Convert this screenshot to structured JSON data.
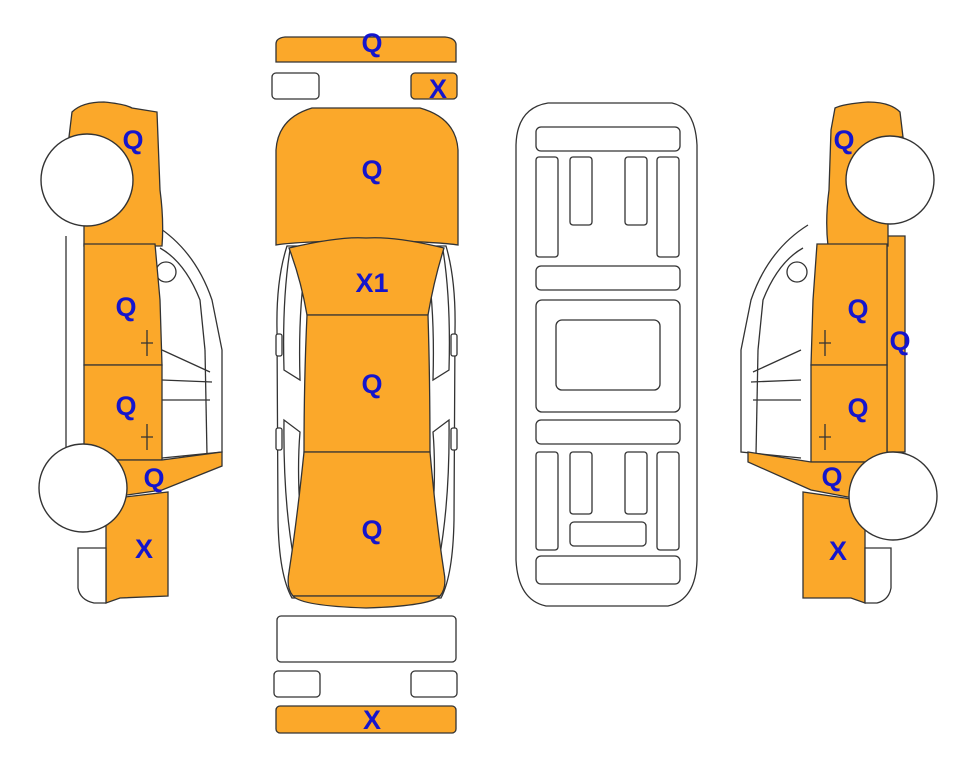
{
  "colors": {
    "damaged_panel": "#FBA82A",
    "label": "#1515CC",
    "outline": "#333333",
    "background": "#FFFFFF"
  },
  "labels": {
    "front_bumper": "Q",
    "rear_light_right": "X",
    "hood": "Q",
    "windshield": "X1",
    "roof": "Q",
    "trunk": "Q",
    "rear_bumper": "X",
    "left_front_fender": "Q",
    "left_front_door": "Q",
    "left_rear_door": "Q",
    "left_rocker": "Q",
    "left_rear_quarter": "X",
    "right_front_fender": "Q",
    "right_front_door": "Q",
    "right_rear_door": "Q",
    "right_rocker": "Q",
    "right_roof_rail": "Q",
    "right_rear_quarter": "X"
  }
}
